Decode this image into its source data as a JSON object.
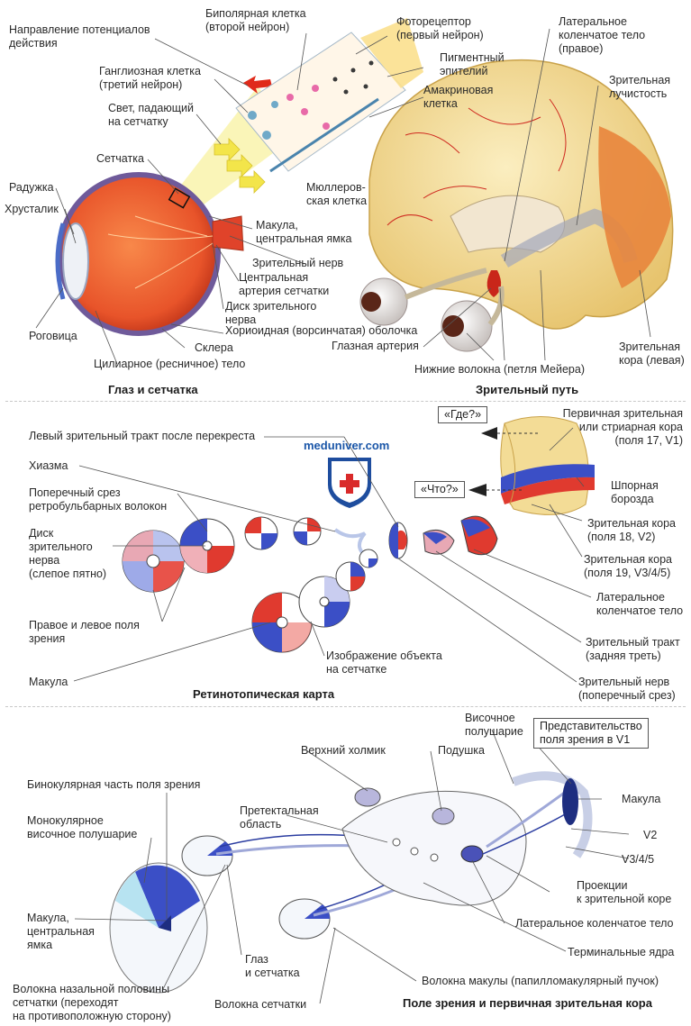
{
  "colors": {
    "red": "#e03a2f",
    "blue": "#3b4fc6",
    "brain": "#f3dc96",
    "eye": "#e8542a",
    "yellow": "#f8f2a0"
  },
  "section1": {
    "caption_left": "Глаз и сетчатка",
    "caption_right": "Зрительный путь",
    "labels": {
      "action_potential": [
        "Направление потенциалов",
        "действия"
      ],
      "bipolar": [
        "Биполярная клетка",
        "(второй нейрон)"
      ],
      "photoreceptor": [
        "Фоторецептор",
        "(первый нейрон)"
      ],
      "lgn_right": [
        "Латеральное",
        "коленчатое тело",
        "(правое)"
      ],
      "ganglion": [
        "Ганглиозная клетка",
        "(третий нейрон)"
      ],
      "pigment": [
        "Пигментный",
        "эпителий"
      ],
      "amacrine": [
        "Амакриновая",
        "клетка"
      ],
      "radiation": [
        "Зрительная",
        "лучистость"
      ],
      "light": [
        "Свет, падающий",
        "на сетчатку"
      ],
      "retina": "Сетчатка",
      "muller": [
        "Мюллеров-",
        "ская клетка"
      ],
      "iris": "Радужка",
      "lens": "Хрусталик",
      "macula": [
        "Макула,",
        "центральная ямка"
      ],
      "optic_nerve": "Зрительный нерв",
      "central_artery": [
        "Центральная",
        "артерия сетчатки"
      ],
      "disc": [
        "Диск зрительного",
        "нерва"
      ],
      "cornea": "Роговица",
      "choroid": "Хориоидная (ворсинчатая) оболочка",
      "ophthalmic": "Глазная артерия",
      "sclera": "Склера",
      "ciliary": "Цилиарное (ресничное) тело",
      "meyer": "Нижние волокна (петля Мейера)",
      "visual_cortex_left": [
        "Зрительная",
        "кора (левая)"
      ]
    }
  },
  "section2": {
    "caption": "Ретинотопическая карта",
    "logo": "meduniver.com",
    "where": "«Где?»",
    "what": "«Что?»",
    "labels": {
      "left_tract": "Левый зрительный тракт после перекреста",
      "chiasm": "Хиазма",
      "cross_section": [
        "Поперечный срез",
        "ретробульбарных волокон"
      ],
      "disc_blind": [
        "Диск",
        "зрительного",
        "нерва",
        "(слепое пятно)"
      ],
      "fields": [
        "Правое и левое поля",
        "зрения"
      ],
      "macula": "Макула",
      "image": [
        "Изображение объекта",
        "на сетчатке"
      ],
      "v1": [
        "Первичная зрительная",
        "или стриарная кора",
        "(поля 17, V1)"
      ],
      "calcarine": [
        "Шпорная",
        "борозда"
      ],
      "v2": [
        "Зрительная кора",
        "(поля 18, V2)"
      ],
      "v3": [
        "Зрительная кора",
        "(поля 19, V3/4/5)"
      ],
      "lgn": [
        "Латеральное",
        "коленчатое тело"
      ],
      "tract": [
        "Зрительный тракт",
        "(задняя треть)"
      ],
      "nerve": [
        "Зрительный нерв",
        "(поперечный срез)"
      ]
    }
  },
  "section3": {
    "caption": "Поле зрения и первичная зрительная кора",
    "v1_box": [
      "Представительство",
      "поля зрения в V1"
    ],
    "labels": {
      "temporal_top": [
        "Височное",
        "полушарие"
      ],
      "superior_colliculus": "Верхний холмик",
      "pulvinar": "Подушка",
      "binocular": "Бинокулярная часть поля зрения",
      "monocular": [
        "Монокулярное",
        "височное полушарие"
      ],
      "pretectal": [
        "Претектальная",
        "область"
      ],
      "macula": "Макула",
      "v2": "V2",
      "v345": "V3/4/5",
      "projections": [
        "Проекции",
        "к зрительной коре"
      ],
      "macula_fovea": [
        "Макула,",
        "центральная",
        "ямка"
      ],
      "lgn": "Латеральное коленчатое тело",
      "eye_retina": [
        "Глаз",
        "и сетчатка"
      ],
      "terminal": "Терминальные ядра",
      "nasal_fibers": [
        "Волокна назальной половины",
        "сетчатки (переходят",
        "на противоположную сторону)"
      ],
      "retina_fibers": "Волокна сетчатки",
      "macular_fibers": "Волокна макулы (папилломакулярный пучок)"
    }
  }
}
